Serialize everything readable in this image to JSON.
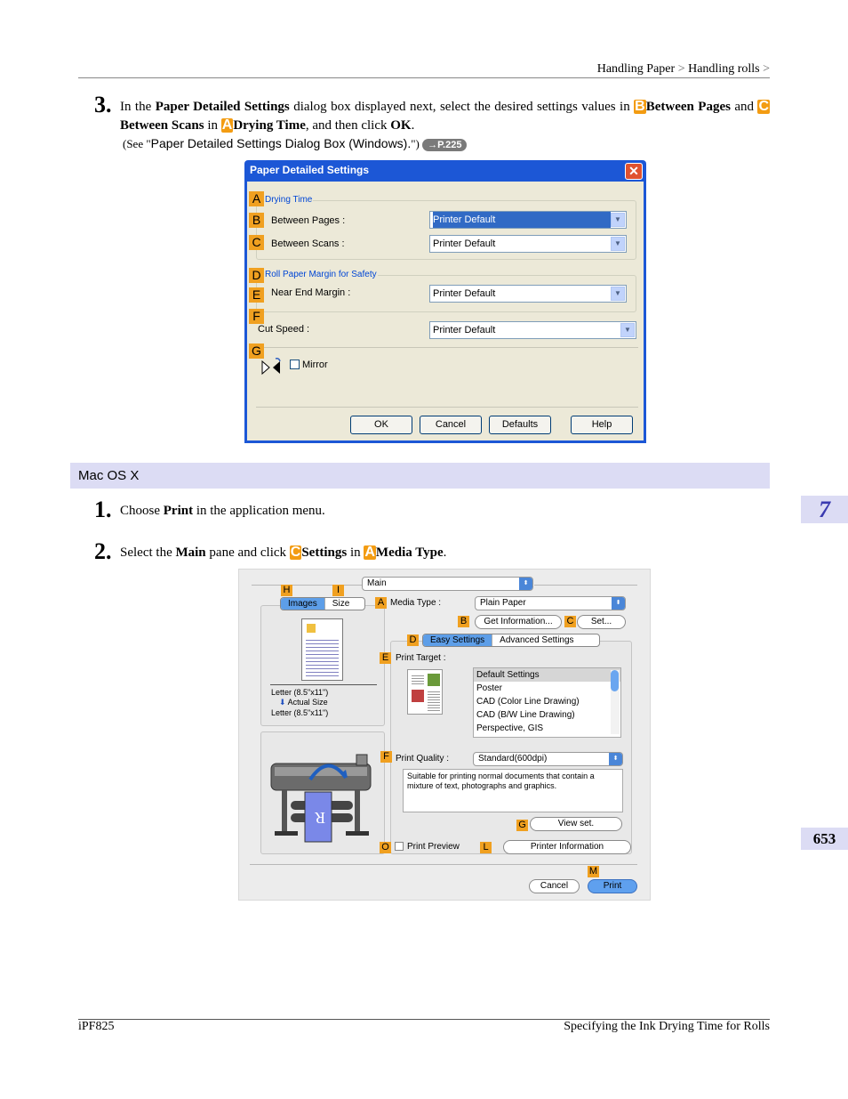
{
  "header": {
    "breadcrumb_1": "Handling Paper",
    "sep_1": ">",
    "breadcrumb_2": "Handling rolls",
    "sep_2": ">"
  },
  "step3": {
    "number": "3.",
    "text_1": "In the",
    "bold_1": "Paper Detailed Settings",
    "text_2": "dialog box displayed next, select the desired settings values in",
    "tag_b": "B",
    "bold_2": "Between Pages",
    "text_3": "and",
    "tag_c": "C",
    "bold_3": "Between Scans",
    "text_4": "in",
    "tag_a": "A",
    "bold_4": "Drying Time",
    "text_5": ", and then click",
    "bold_5": "OK",
    "text_6": ".",
    "see_prefix": "(See \"",
    "see_link": "Paper Detailed Settings Dialog Box (Windows).",
    "see_suffix": "\")",
    "page_ref": "→P.225"
  },
  "win_dialog": {
    "title": "Paper Detailed Settings",
    "close": "✕",
    "group_drying": "Drying Time",
    "between_pages_label": "Between Pages :",
    "between_pages_value": "Printer Default",
    "between_scans_label": "Between Scans :",
    "between_scans_value": "Printer Default",
    "group_margin": "Roll Paper Margin for Safety",
    "near_end_label": "Near End Margin :",
    "near_end_value": "Printer Default",
    "cut_speed_label": "Cut Speed :",
    "cut_speed_value": "Printer Default",
    "mirror_label": "Mirror",
    "buttons": {
      "ok": "OK",
      "cancel": "Cancel",
      "defaults": "Defaults",
      "help": "Help"
    },
    "letters": {
      "a": "A",
      "b": "B",
      "c": "C",
      "d": "D",
      "e": "E",
      "f": "F",
      "g": "G"
    }
  },
  "mac_section": {
    "title": "Mac OS X"
  },
  "step1": {
    "number": "1.",
    "text_1": "Choose",
    "bold_1": "Print",
    "text_2": "in the application menu."
  },
  "step2": {
    "number": "2.",
    "text_1": "Select the",
    "bold_1": "Main",
    "text_2": "pane and click",
    "tag_c": "C",
    "bold_2": "Settings",
    "text_3": "in",
    "tag_a": "A",
    "bold_3": "Media Type",
    "text_4": "."
  },
  "mac_dialog": {
    "pane_popup": "Main",
    "tab_images": "Images",
    "tab_size": "Size",
    "media_type_label": "Media Type :",
    "media_type_value": "Plain Paper",
    "get_info_button": "Get Information...",
    "set_button": "Set...",
    "tab_easy": "Easy Settings",
    "tab_advanced": "Advanced Settings",
    "print_target_label": "Print Target :",
    "targets": [
      "Default Settings",
      "Poster",
      "CAD (Color Line Drawing)",
      "CAD (B/W Line Drawing)",
      "Perspective, GIS"
    ],
    "print_quality_label": "Print Quality :",
    "print_quality_value": "Standard(600dpi)",
    "description": "Suitable for printing normal documents that contain a mixture of text, photographs and graphics.",
    "view_set_button": "View set.",
    "print_preview_label": "Print Preview",
    "printer_info_button": "Printer Information",
    "cancel_button": "Cancel",
    "print_button": "Print",
    "paper_size_1": "Letter (8.5\"x11\")",
    "actual_size": "Actual Size",
    "paper_size_2": "Letter (8.5\"x11\")",
    "letters": {
      "h": "H",
      "i": "I",
      "a": "A",
      "b": "B",
      "c": "C",
      "d": "D",
      "e": "E",
      "f": "F",
      "g": "G",
      "o": "O",
      "l": "L",
      "m": "M"
    }
  },
  "side": {
    "chapter": "7",
    "page": "653"
  },
  "footer": {
    "left": "iPF825",
    "right": "Specifying the Ink Drying Time for Rolls"
  }
}
